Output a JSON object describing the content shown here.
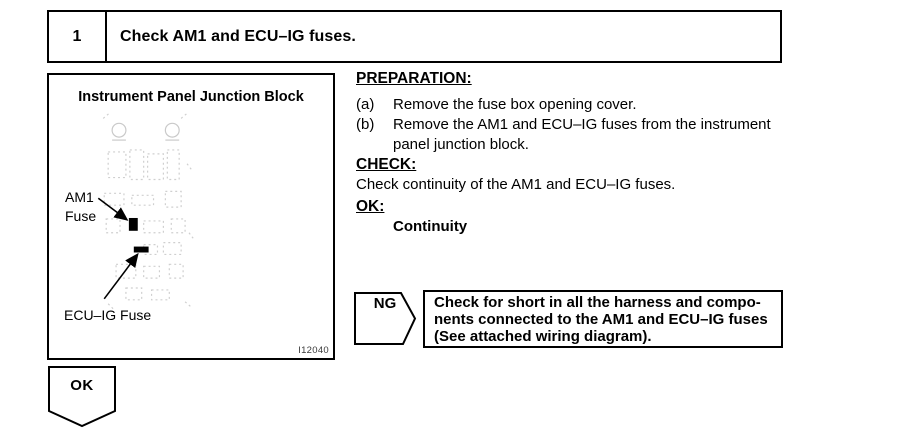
{
  "colors": {
    "ink": "#000000",
    "faint_illustration": "#c9c9c9",
    "page": "#ffffff"
  },
  "step_header": {
    "number": "1",
    "title": "Check AM1 and ECU–IG fuses."
  },
  "figure": {
    "title": "Instrument Panel Junction Block",
    "am1_label_line1": "AM1",
    "am1_label_line2": "Fuse",
    "ecuig_label": "ECU–IG Fuse",
    "figure_code": "I12040"
  },
  "instructions": {
    "preparation_heading": "PREPARATION:",
    "step_a_marker": "(a)",
    "step_a_text": "Remove the fuse box opening cover.",
    "step_b_marker": "(b)",
    "step_b_lines": {
      "line1": "Remove the AM1 and ECU–IG fuses from the instrument",
      "line2": "panel junction block."
    },
    "check_heading": "CHECK:",
    "check_text": "Check continuity of the AM1 and ECU–IG fuses.",
    "ok_heading": "OK:",
    "ok_result": "Continuity"
  },
  "ng_branch": {
    "flag_label": "NG",
    "lines": {
      "line1": "Check for short in all the harness and compo-",
      "line2": "nents connected to the AM1 and ECU–IG fuses",
      "line3": "(See attached wiring diagram)."
    }
  },
  "ok_branch": {
    "flag_label": "OK"
  }
}
